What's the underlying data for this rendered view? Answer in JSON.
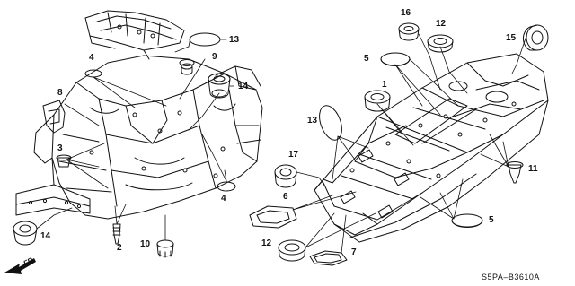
{
  "callouts": [
    "1",
    "2",
    "3",
    "4",
    "4",
    "5",
    "5",
    "6",
    "7",
    "8",
    "9",
    "10",
    "11",
    "12",
    "12",
    "13",
    "13",
    "14",
    "14",
    "15",
    "16",
    "17"
  ],
  "direction_label": "FR.",
  "diagram_code": "S5PA–B3610A"
}
